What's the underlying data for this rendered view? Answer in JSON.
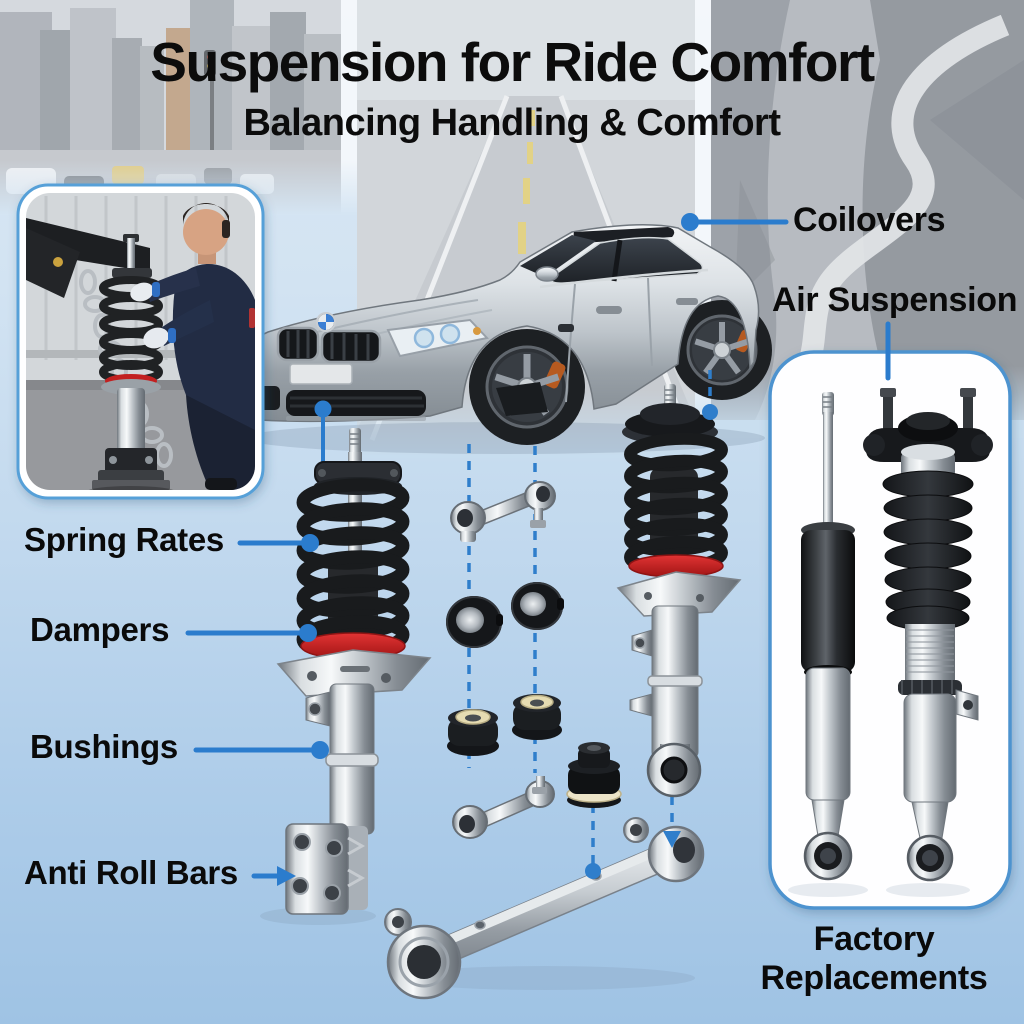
{
  "title": "Suspension for Ride Comfort",
  "subtitle": "Balancing Handling & Comfort",
  "callouts": {
    "coilovers": "Coilovers",
    "air_suspension": "Air Suspension",
    "spring_rates": "Spring Rates",
    "dampers": "Dampers",
    "bushings": "Bushings",
    "anti_roll_bars": "Anti Roll Bars",
    "factory_replacements": "Factory Replacements"
  },
  "colors": {
    "accent_blue": "#2b7ccd",
    "panel_border": "#4e93cf",
    "spring_seat_red": "#c81e1e",
    "background_top": "#dce9f5",
    "background_bottom": "#9fc3e4",
    "title_color": "#0c0c0c"
  }
}
